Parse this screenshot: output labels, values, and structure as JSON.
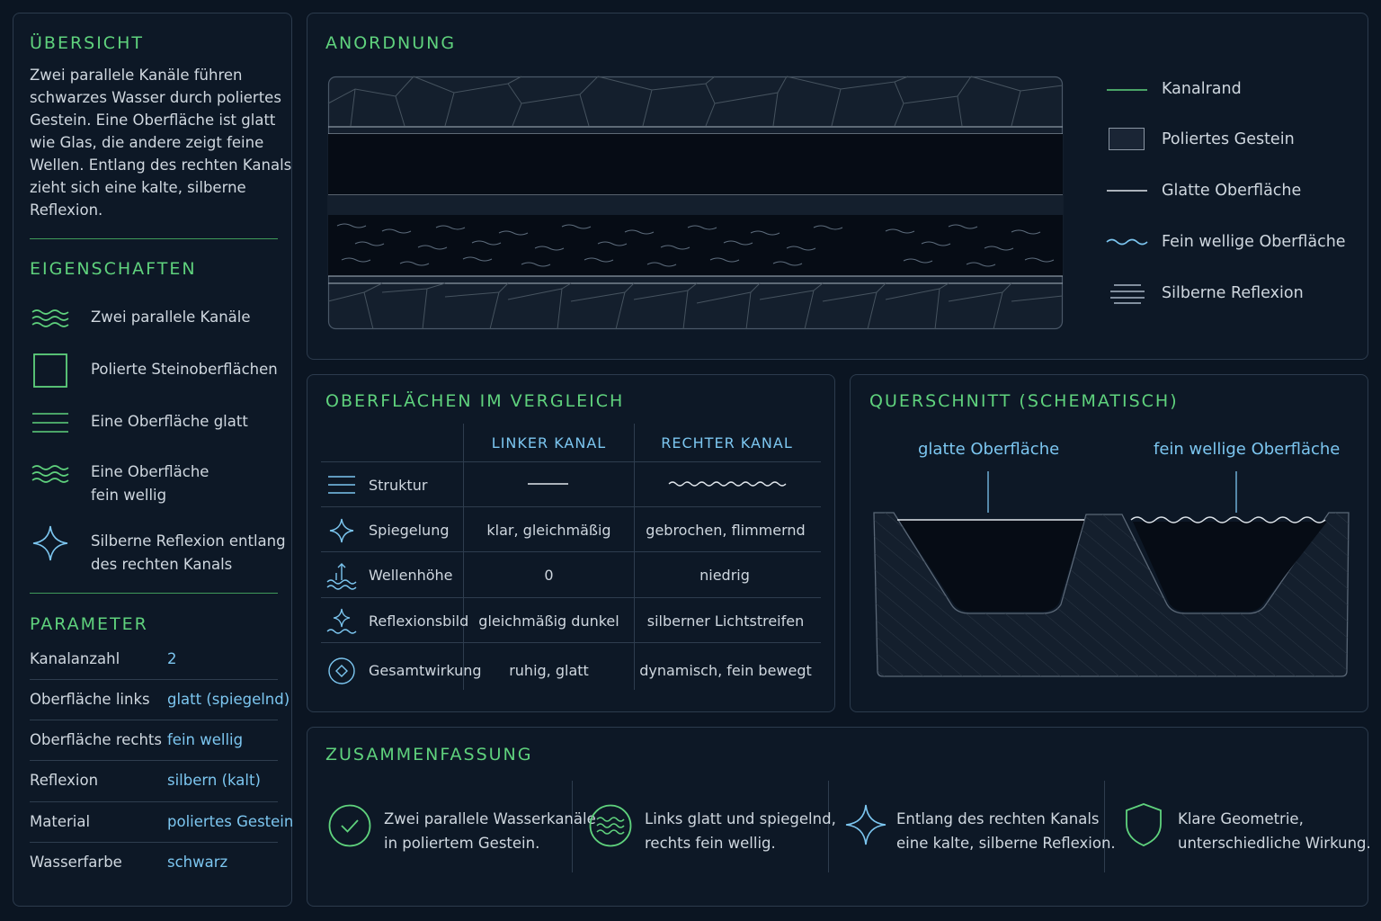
{
  "colors": {
    "accent": "#5fd27d",
    "blue": "#7cc6f0",
    "panel_border": "#2c3b4d"
  },
  "overview": {
    "title": "ÜBERSICHT",
    "lines": [
      "Zwei parallele Kanäle führen",
      "schwarzes Wasser durch poliertes",
      "Gestein. Eine Oberfläche ist glatt",
      "wie Glas, die andere zeigt feine",
      "Wellen. Entlang des rechten Kanals",
      "zieht sich eine kalte, silberne",
      "Reflexion."
    ]
  },
  "properties": {
    "title": "EIGENSCHAFTEN",
    "items": [
      {
        "icon": "waves-icon",
        "lines": [
          "Zwei parallele Kanäle"
        ]
      },
      {
        "icon": "square-icon",
        "lines": [
          "Polierte Steinoberflächen"
        ]
      },
      {
        "icon": "lines-icon",
        "lines": [
          "Eine Oberfläche glatt"
        ]
      },
      {
        "icon": "waves-icon",
        "lines": [
          "Eine Oberfläche",
          "fein wellig"
        ]
      },
      {
        "icon": "sparkle-icon",
        "lines": [
          "Silberne Reflexion entlang",
          "des rechten Kanals"
        ]
      }
    ]
  },
  "parameters": {
    "title": "PARAMETER",
    "rows": [
      {
        "label": "Kanalanzahl",
        "value": "2"
      },
      {
        "label": "Oberfläche links",
        "value": "glatt (spiegelnd)"
      },
      {
        "label": "Oberfläche rechts",
        "value": "fein wellig"
      },
      {
        "label": "Reflexion",
        "value": "silbern (kalt)"
      },
      {
        "label": "Material",
        "value": "poliertes Gestein"
      },
      {
        "label": "Wasserfarbe",
        "value": "schwarz"
      }
    ]
  },
  "arrangement": {
    "title": "ANORDNUNG",
    "legend": [
      {
        "icon": "green-line-icon",
        "label": "Kanalrand"
      },
      {
        "icon": "stone-box-icon",
        "label": "Poliertes Gestein"
      },
      {
        "icon": "white-line-icon",
        "label": "Glatte Oberfläche"
      },
      {
        "icon": "blue-wave-icon",
        "label": "Fein wellige Oberfläche"
      },
      {
        "icon": "silver-lines-icon",
        "label": "Silberne Reflexion"
      }
    ]
  },
  "comparison": {
    "title": "OBERFLÄCHEN IM VERGLEICH",
    "col_left": "LINKER KANAL",
    "col_right": "RECHTER KANAL",
    "rows": [
      {
        "icon": "structure-icon",
        "label": "Struktur",
        "left": "",
        "right": ""
      },
      {
        "icon": "sparkle-icon",
        "label": "Spiegelung",
        "left": "klar, gleichmäßig",
        "right": "gebrochen, flimmernd"
      },
      {
        "icon": "wave-height-icon",
        "label": "Wellenhöhe",
        "left": "0",
        "right": "niedrig"
      },
      {
        "icon": "reflection-pattern-icon",
        "label": "Reflexionsbild",
        "left": "gleichmäßig dunkel",
        "right": "silberner Lichtstreifen"
      },
      {
        "icon": "target-icon",
        "label": "Gesamtwirkung",
        "left": "ruhig, glatt",
        "right": "dynamisch, fein bewegt"
      }
    ]
  },
  "cross_section": {
    "title": "QUERSCHNITT (SCHEMATISCH)",
    "label_left": "glatte Oberfläche",
    "label_right": "fein wellige Oberfläche"
  },
  "summary": {
    "title": "ZUSAMMENFASSUNG",
    "items": [
      {
        "icon": "check-circle-icon",
        "lines": [
          "Zwei parallele Wasserkanäle",
          "in poliertem Gestein."
        ]
      },
      {
        "icon": "waves-circle-icon",
        "lines": [
          "Links glatt und spiegelnd,",
          "rechts fein wellig."
        ]
      },
      {
        "icon": "sparkle-icon",
        "lines": [
          "Entlang des rechten Kanals",
          "eine kalte, silberne Reflexion."
        ]
      },
      {
        "icon": "shield-icon",
        "lines": [
          "Klare Geometrie,",
          "unterschiedliche Wirkung."
        ]
      }
    ]
  }
}
